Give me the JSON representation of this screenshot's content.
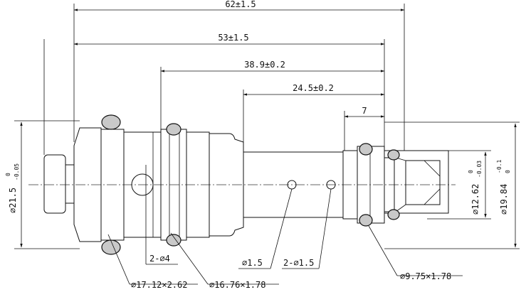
{
  "dimensions": {
    "d62": "62±1.5",
    "d53": "53±1.5",
    "d389": "38.9±0.2",
    "d245": "24.5±0.2",
    "d7": "7"
  },
  "diameters": {
    "left_main": "⌀21.5",
    "left_main_tol_upper": "0",
    "left_main_tol_lower": "-0.05",
    "right_inner": "⌀12.62",
    "right_inner_tol_upper": "0",
    "right_inner_tol_lower": "-0.03",
    "right_outer": "⌀19.84",
    "right_outer_tol_upper": "-0.1",
    "right_outer_tol_lower": "0"
  },
  "callouts": {
    "hole_2x4": "2-⌀4",
    "hole_1_5": "⌀1.5",
    "hole_2x1_5": "2-⌀1.5",
    "oring_17": "⌀17.12×2.62",
    "oring_16": "⌀16.76×1.78",
    "oring_9": "⌀9.75×1.78"
  }
}
